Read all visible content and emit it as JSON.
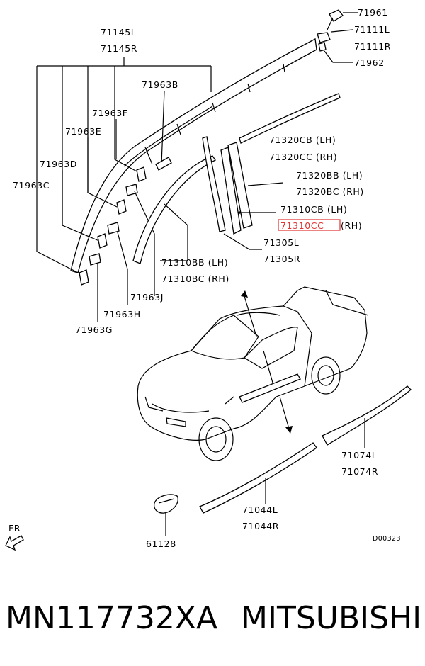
{
  "parts": {
    "p71961": "71961",
    "p71111l": "71111L",
    "p71111r": "71111R",
    "p71962": "71962",
    "p71145l": "71145L",
    "p71145r": "71145R",
    "p71963b": "71963B",
    "p71963f": "71963F",
    "p71963e": "71963E",
    "p71963d": "71963D",
    "p71963c": "71963C",
    "p71320cb": "71320CB (LH)",
    "p71320cc": "71320CC (RH)",
    "p71320bb": "71320BB (LH)",
    "p71320bc": "71320BC (RH)",
    "p71310cb": "71310CB (LH)",
    "p71310cc": "71310CC",
    "p71310cc_rh": "(RH)",
    "p71305l": "71305L",
    "p71305r": "71305R",
    "p71310bb": "71310BB (LH)",
    "p71310bc": "71310BC (RH)",
    "p71963j": "71963J",
    "p71963h": "71963H",
    "p71963g": "71963G",
    "p71074l": "71074L",
    "p71074r": "71074R",
    "p71044l": "71044L",
    "p71044r": "71044R",
    "p61128": "61128"
  },
  "front_marker": "FR",
  "diagram_code": "D00323",
  "footer": {
    "part_number": "MN117732XA",
    "brand": "MITSUBISHI"
  },
  "highlight_color": "#e03030"
}
